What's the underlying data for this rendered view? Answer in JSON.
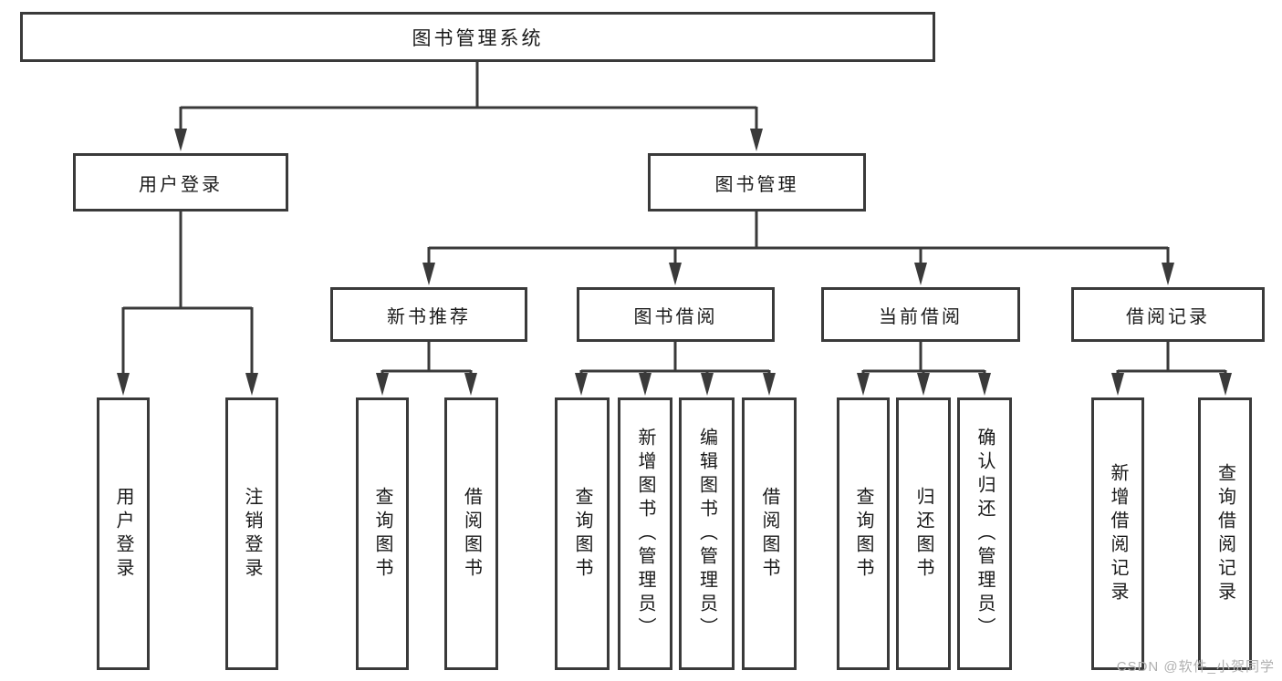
{
  "diagram": {
    "title_node": {
      "label": "图书管理系统"
    },
    "level2": {
      "user_login": {
        "label": "用户登录"
      },
      "book_mgmt": {
        "label": "图书管理"
      }
    },
    "level3": {
      "new_book_rec": {
        "label": "新书推荐"
      },
      "book_borrow": {
        "label": "图书借阅"
      },
      "current_borrow": {
        "label": "当前借阅"
      },
      "borrow_records": {
        "label": "借阅记录"
      }
    },
    "leaves": {
      "leaf_user_login": {
        "label": "用户登录"
      },
      "leaf_logout": {
        "label": "注销登录"
      },
      "leaf_query_book_1": {
        "label": "查询图书"
      },
      "leaf_borrow_book_1": {
        "label": "借阅图书"
      },
      "leaf_query_book_2": {
        "label": "查询图书"
      },
      "leaf_add_book": {
        "label": "新增图书（管理员）"
      },
      "leaf_edit_book": {
        "label": "编辑图书（管理员）"
      },
      "leaf_borrow_book_2": {
        "label": "借阅图书"
      },
      "leaf_query_book_3": {
        "label": "查询图书"
      },
      "leaf_return_book": {
        "label": "归还图书"
      },
      "leaf_confirm_return": {
        "label": "确认归还（管理员）"
      },
      "leaf_add_record": {
        "label": "新增借阅记录"
      },
      "leaf_query_record": {
        "label": "查询借阅记录"
      }
    }
  },
  "watermark": {
    "text": "CSDN @软件_小贺同学"
  },
  "colors": {
    "line": "#3a3a3a",
    "text": "#1a1a1a",
    "watermark_gray": "#b0b0b0",
    "background": "#ffffff"
  }
}
